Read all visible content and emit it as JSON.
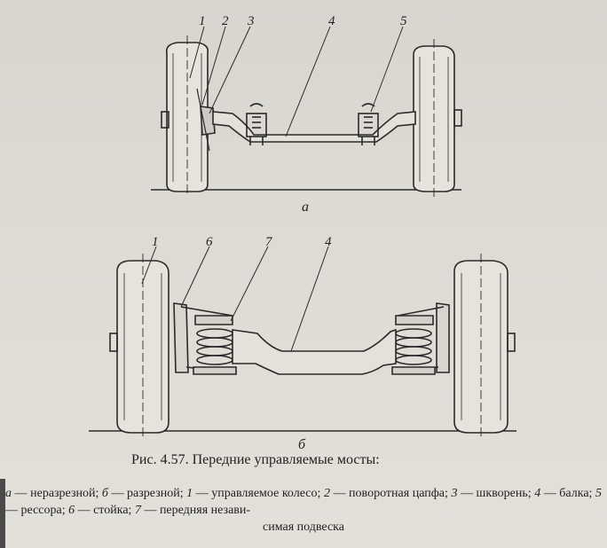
{
  "figure": {
    "top_callouts": [
      "1",
      "2",
      "3",
      "4",
      "5"
    ],
    "top_sublabel": "а",
    "bottom_callouts": [
      "1",
      "6",
      "7",
      "4"
    ],
    "bottom_sublabel": "б"
  },
  "caption": {
    "title": "Рис. 4.57. Передние управляемые мосты:",
    "items": [
      {
        "key": "а",
        "text": " — неразрезной; "
      },
      {
        "key": "б",
        "text": " — разрезной; "
      },
      {
        "key": "1",
        "text": " — управляемое колесо; "
      },
      {
        "key": "2",
        "text": " — поворотная цапфа; "
      },
      {
        "key": "3",
        "text": " — шкворень; "
      },
      {
        "key": "4",
        "text": " — балка; "
      },
      {
        "key": "5",
        "text": " — рессора; "
      },
      {
        "key": "6",
        "text": " — стойка; "
      },
      {
        "key": "7",
        "text": " — передняя незави-"
      }
    ],
    "last_line": "симая подвеска"
  }
}
